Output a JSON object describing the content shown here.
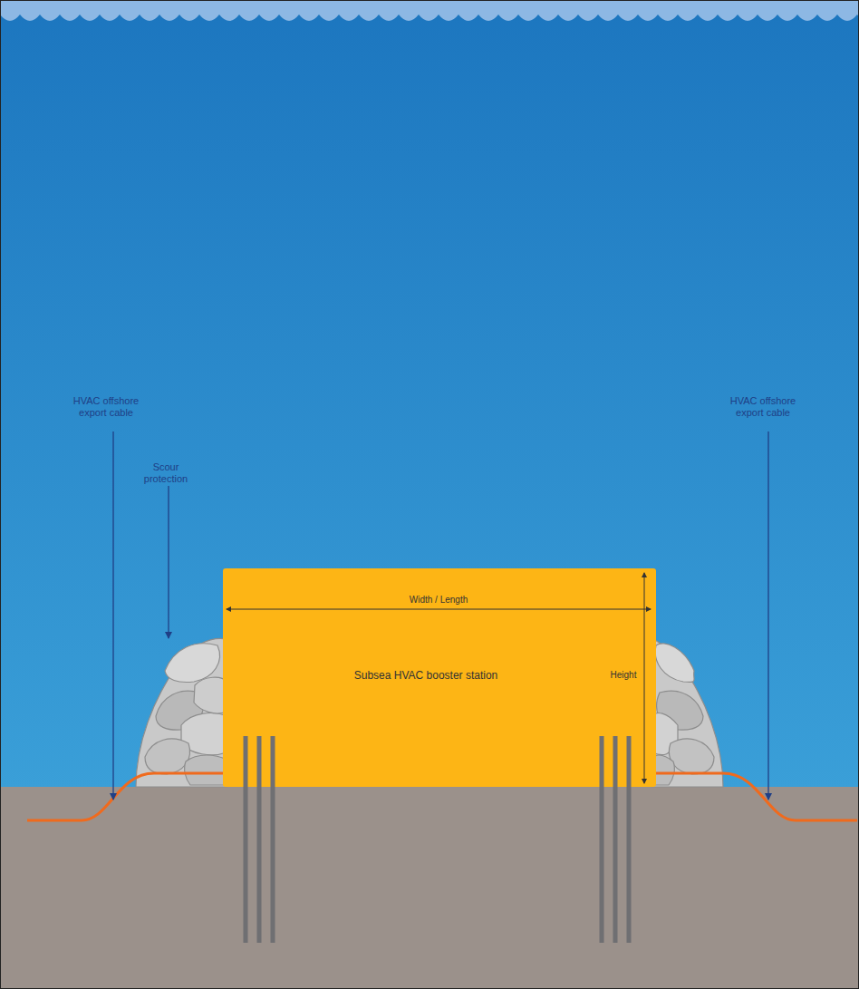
{
  "diagram": {
    "nodes": [
      {
        "text": [
          "Subsea HVAC booster station"
        ]
      }
    ],
    "labels": [
      "HVAC offshore export cable",
      "Scour protection",
      "Width / Length",
      "Height",
      "HVAC offshore export cable"
    ]
  }
}
